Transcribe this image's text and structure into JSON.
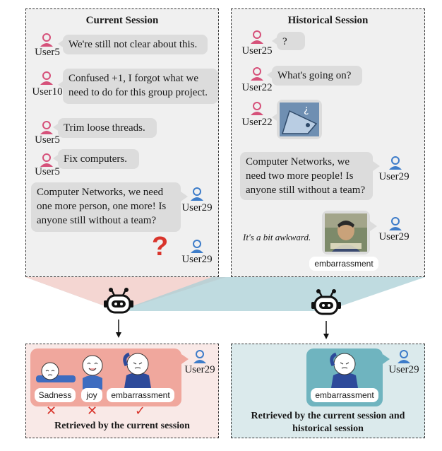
{
  "current_session": {
    "title": "Current Session",
    "messages": [
      {
        "user": "User5",
        "text": "We're still not clear about this."
      },
      {
        "user": "User10",
        "text": "Confused +1, I forgot what we need to do for this group project."
      },
      {
        "user": "User5",
        "text": "Trim loose threads."
      },
      {
        "user": "User5",
        "text": "Fix computers."
      },
      {
        "user": "User29",
        "text": "Computer Networks, we need one more person, one more! Is anyone still without a team?"
      },
      {
        "user": "User29",
        "text": "?"
      }
    ]
  },
  "historical_session": {
    "title": "Historical Session",
    "messages": [
      {
        "user": "User25",
        "text": "?"
      },
      {
        "user": "User22",
        "text": "What's going on?"
      },
      {
        "user": "User22",
        "text": ""
      },
      {
        "user": "User29",
        "text": "Computer Networks, we need two more people! Is anyone still without a team?"
      },
      {
        "user": "User29",
        "text": "It's a bit awkward.",
        "sticker_label": "embarrassment"
      }
    ]
  },
  "result_current": {
    "user": "User29",
    "labels": [
      "Sadness",
      "joy",
      "embarrassment"
    ],
    "marks": [
      "✕",
      "✕",
      "✓"
    ],
    "caption": "Retrieved by the current session"
  },
  "result_historical": {
    "user": "User29",
    "label": "embarrassment",
    "caption_line1": "Retrieved by the current session and",
    "caption_line2": "historical session"
  },
  "colors": {
    "user_pink": "#d6517a",
    "user_blue": "#3d7cc9",
    "bubble": "#dcdcdc",
    "panel_bg": "#f0f0f0",
    "result_left_bg": "#f6dcd8",
    "result_right_bg": "#dbeaec",
    "question_mark": "#d9342b",
    "check_red": "#d9342b"
  }
}
